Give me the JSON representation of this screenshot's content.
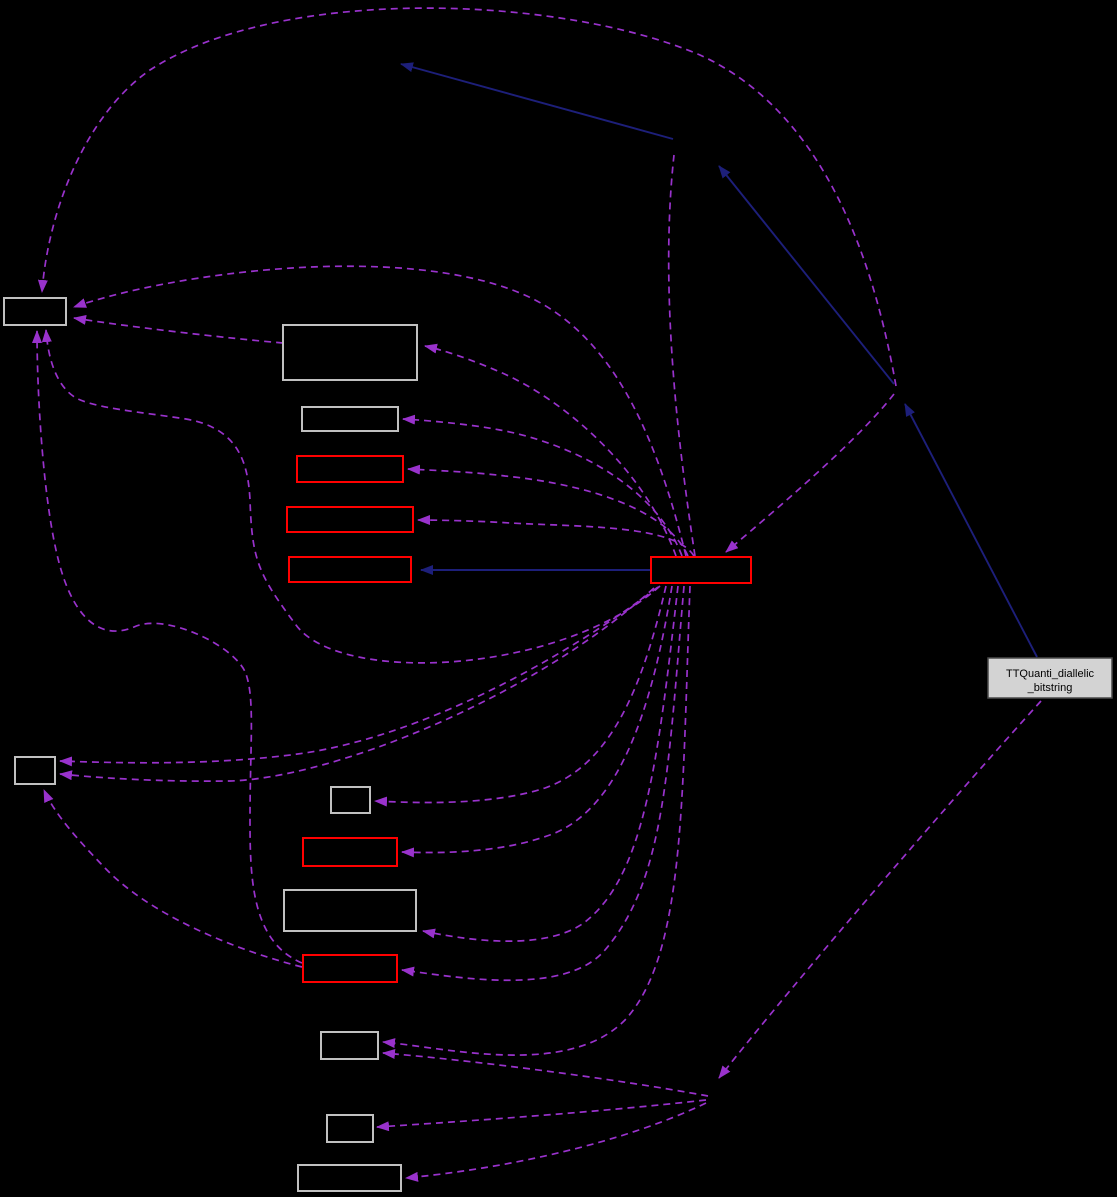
{
  "diagram": {
    "type": "collaboration-graph",
    "background_color": "#000000",
    "edge_colors": {
      "usage_dashed": "#9932CC",
      "inheritance_solid": "#1d1f7a"
    },
    "node_border_colors": {
      "gray": "#C0C0C0",
      "red": "#FF0000"
    },
    "labeled_node": {
      "label_line1": "TTQuanti_diallelic",
      "label_line2": "_bitstring",
      "fill": "#D3D3D3",
      "border": "#4A4A4A",
      "text_color": "#000000"
    },
    "nodes": [
      {
        "name": "node-top-left-small",
        "border": "gray"
      },
      {
        "name": "node-upper-large",
        "border": "gray"
      },
      {
        "name": "node-upper-small",
        "border": "gray"
      },
      {
        "name": "node-red-1",
        "border": "red"
      },
      {
        "name": "node-red-2",
        "border": "red"
      },
      {
        "name": "node-red-3",
        "border": "red"
      },
      {
        "name": "node-central-red",
        "border": "red"
      },
      {
        "name": "node-left-mid-small",
        "border": "gray"
      },
      {
        "name": "node-mid-small",
        "border": "gray"
      },
      {
        "name": "node-red-4",
        "border": "red"
      },
      {
        "name": "node-lower-large",
        "border": "gray"
      },
      {
        "name": "node-red-5",
        "border": "red"
      },
      {
        "name": "node-bottom-small-1",
        "border": "gray"
      },
      {
        "name": "node-bottom-small-2",
        "border": "gray"
      },
      {
        "name": "node-bottom-wide",
        "border": "gray"
      }
    ]
  }
}
